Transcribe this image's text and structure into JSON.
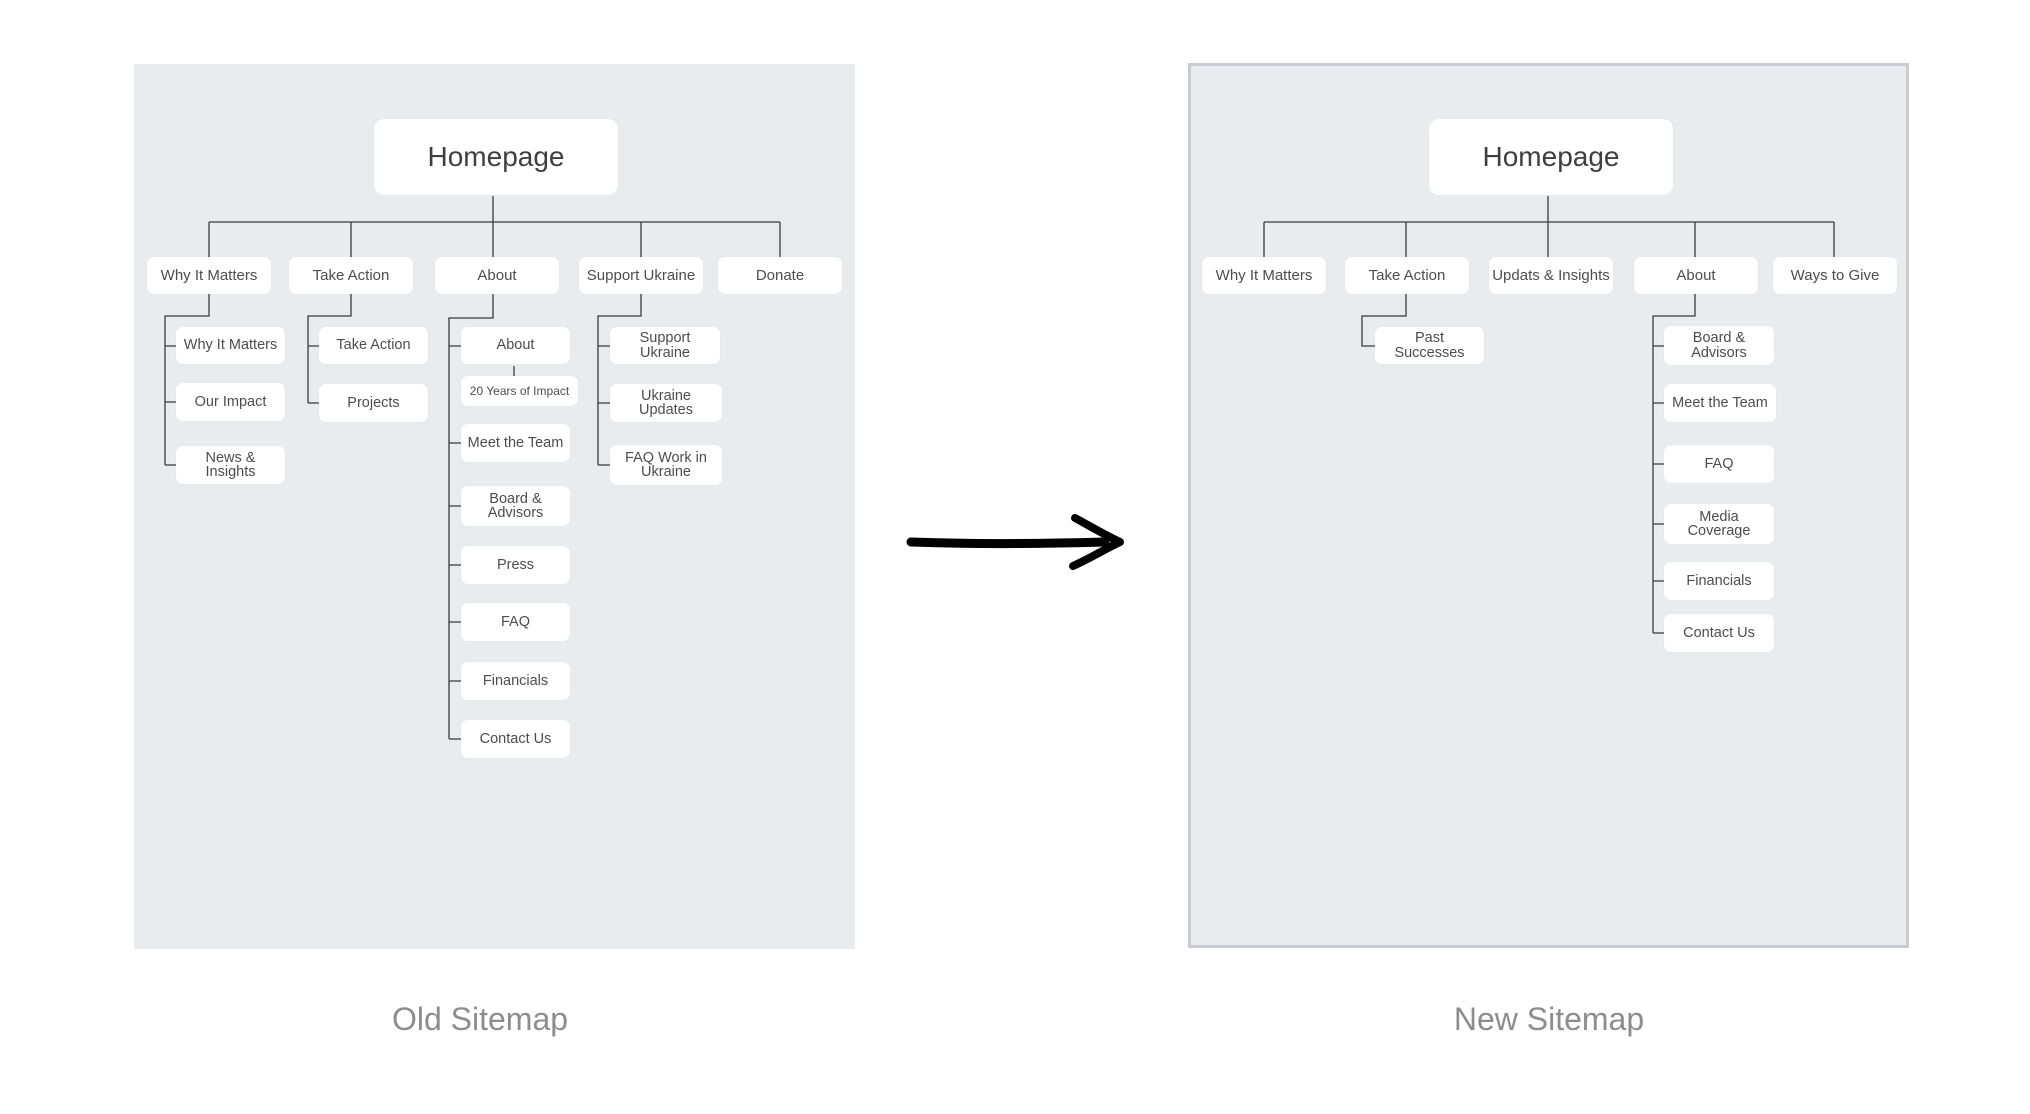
{
  "old_sitemap": {
    "caption": "Old Sitemap",
    "root": "Homepage",
    "sections": [
      {
        "label": "Why It Matters",
        "children": [
          "Why It Matters",
          "Our Impact",
          "News & Insights"
        ]
      },
      {
        "label": "Take Action",
        "children": [
          "Take Action",
          "Projects"
        ]
      },
      {
        "label": "About",
        "children": [
          "About",
          "20 Years of Impact",
          "Meet the Team",
          "Board & Advisors",
          "Press",
          "FAQ",
          "Financials",
          "Contact Us"
        ]
      },
      {
        "label": "Support Ukraine",
        "children": [
          "Support Ukraine",
          "Ukraine Updates",
          "FAQ Work in Ukraine"
        ]
      },
      {
        "label": "Donate",
        "children": []
      }
    ]
  },
  "new_sitemap": {
    "caption": "New Sitemap",
    "root": "Homepage",
    "sections": [
      {
        "label": "Why It Matters",
        "children": []
      },
      {
        "label": "Take Action",
        "children": [
          "Past Successes"
        ]
      },
      {
        "label": "Updats & Insights",
        "children": []
      },
      {
        "label": "About",
        "children": [
          "Board & Advisors",
          "Meet the Team",
          "FAQ",
          "Media Coverage",
          "Financials",
          "Contact Us"
        ]
      },
      {
        "label": "Ways to Give",
        "children": []
      }
    ]
  },
  "arrow": {
    "icon": "right-arrow-icon",
    "color": "#000000"
  },
  "colors": {
    "panel": "#e8ecef",
    "box": "#ffffff",
    "line": "#3a3a3a",
    "caption": "#8d8d8d"
  }
}
